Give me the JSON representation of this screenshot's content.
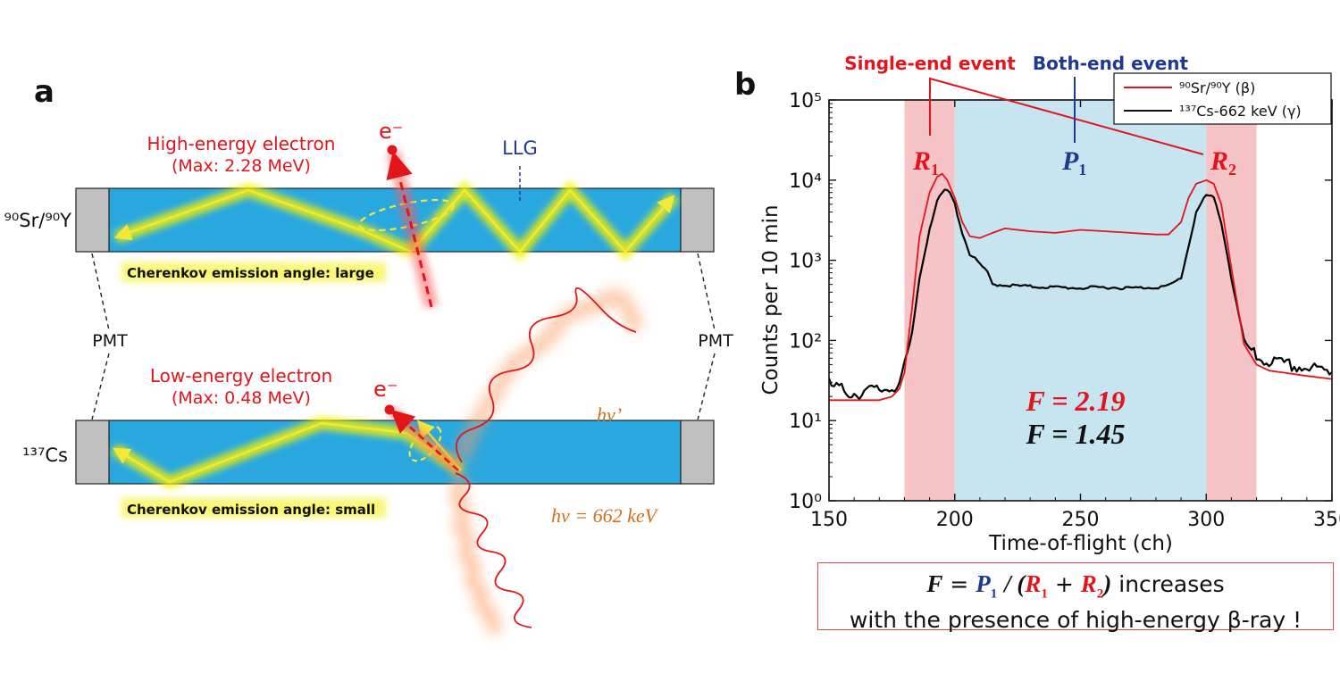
{
  "panel_a": {
    "label": "a",
    "top": {
      "source": "⁹⁰Sr/⁹⁰Y",
      "title": "High-energy electron",
      "max": "(Max: 2.28 MeV)",
      "electron": "e⁻",
      "llg": "LLG",
      "angle_note": "Cherenkov emission angle: large"
    },
    "bottom": {
      "source": "¹³⁷Cs",
      "title": "Low-energy electron",
      "max": "(Max: 0.48 MeV)",
      "electron": "e⁻",
      "angle_note": "Cherenkov emission angle: small",
      "photon_in": "hν = 662 keV",
      "photon_out": "hν’"
    },
    "pmt_left": "PMT",
    "pmt_right": "PMT"
  },
  "panel_b": {
    "label": "b",
    "single_end": "Single-end event",
    "both_end": "Both-end event",
    "r1": "R",
    "r1_sub": "1",
    "p1": "P",
    "p1_sub": "1",
    "r2": "R",
    "r2_sub": "2",
    "f_red": "F = 2.19",
    "f_black": "F = 1.45",
    "legend": [
      "⁹⁰Sr/⁹⁰Y (β)",
      "¹³⁷Cs-662 keV (γ)"
    ]
  },
  "formula": {
    "f": "F",
    "eq": "=",
    "p": "P",
    "p_sub": "1",
    "slash_open": "/ (",
    "r1": "R",
    "r1_sub": "1",
    "plus": "+",
    "r2": "R",
    "r2_sub": "2",
    "close": ")",
    "tail1": "increases",
    "line2": "with the presence of high-energy β-ray !"
  },
  "colors": {
    "red": "#e3141b",
    "blue": "#1d3a8f",
    "orange": "#d0701c",
    "llg": "#29a8e0",
    "pmt": "#c0c0c0",
    "glow": "#f4f000",
    "pink": "#f6c3c6",
    "lightblue": "#c6e5f0"
  },
  "chart_data": {
    "type": "line",
    "xlabel": "Time-of-flight (ch)",
    "ylabel": "Counts per 10 min",
    "xlim": [
      150,
      350
    ],
    "ylim": [
      1,
      100000
    ],
    "yscale": "log",
    "xticks": [
      "150",
      "200",
      "250",
      "300",
      "350"
    ],
    "yticks": [
      "10⁰",
      "10¹",
      "10²",
      "10³",
      "10⁴",
      "10⁵"
    ],
    "regions": [
      {
        "from": 180,
        "to": 200,
        "color": "pink"
      },
      {
        "from": 200,
        "to": 300,
        "color": "lightblue"
      },
      {
        "from": 300,
        "to": 320,
        "color": "pink"
      }
    ],
    "series": [
      {
        "name": "⁹⁰Sr/⁹⁰Y (β)",
        "color": "#e3141b",
        "x": [
          150,
          160,
          170,
          175,
          178,
          180,
          183,
          186,
          190,
          193,
          195,
          197,
          200,
          203,
          206,
          210,
          215,
          220,
          225,
          230,
          240,
          250,
          260,
          270,
          280,
          285,
          290,
          293,
          296,
          300,
          303,
          306,
          310,
          315,
          320,
          325,
          330,
          340,
          350
        ],
        "y": [
          18,
          18,
          18,
          20,
          25,
          40,
          250,
          2000,
          7000,
          11000,
          12000,
          10000,
          6000,
          3000,
          2000,
          1900,
          2200,
          2500,
          2400,
          2300,
          2200,
          2400,
          2300,
          2200,
          2100,
          2100,
          3000,
          6000,
          9000,
          10000,
          9000,
          5000,
          800,
          90,
          50,
          42,
          40,
          36,
          33
        ]
      },
      {
        "name": "¹³⁷Cs-662 keV (γ)",
        "color": "#000000",
        "x": [
          150,
          155,
          160,
          165,
          170,
          175,
          178,
          180,
          183,
          186,
          190,
          193,
          196,
          198,
          200,
          203,
          206,
          210,
          213,
          215,
          220,
          230,
          240,
          250,
          260,
          270,
          280,
          285,
          290,
          293,
          296,
          300,
          303,
          306,
          310,
          315,
          320,
          325,
          330,
          340,
          350
        ],
        "y": [
          28,
          24,
          22,
          23,
          24,
          26,
          30,
          45,
          120,
          600,
          2500,
          5500,
          7500,
          7000,
          5000,
          2200,
          1200,
          900,
          700,
          500,
          490,
          470,
          460,
          450,
          460,
          450,
          460,
          480,
          600,
          1500,
          4000,
          6500,
          6000,
          3000,
          600,
          100,
          60,
          55,
          50,
          45,
          40
        ]
      }
    ]
  }
}
